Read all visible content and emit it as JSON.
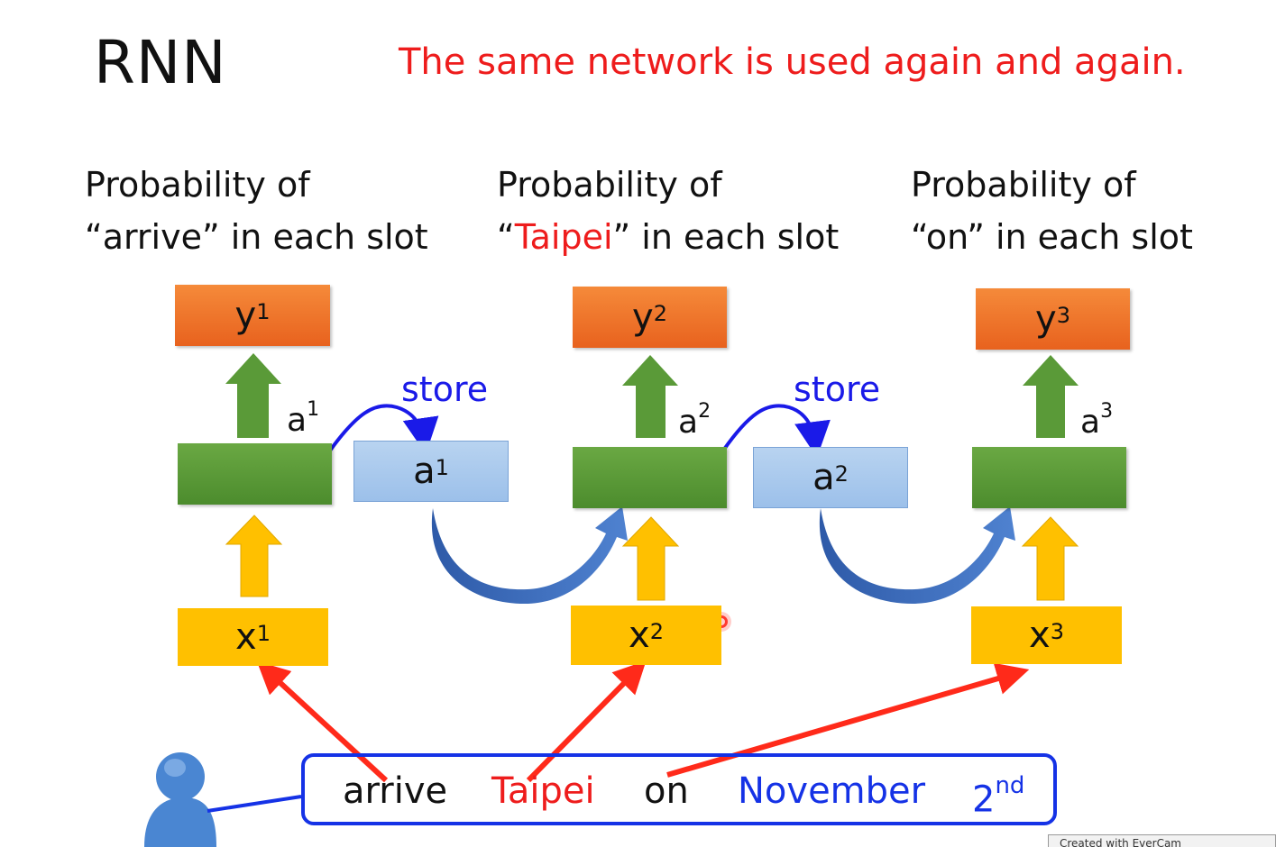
{
  "title": "RNN",
  "subtitle": "The same network is used again and again.",
  "columns": [
    {
      "caption_line1": "Probability of",
      "caption_pre": "“",
      "caption_word": "arrive",
      "caption_post": "” in each slot",
      "y_label": "y",
      "y_sup": "1",
      "a_label": "a",
      "a_sup": "1",
      "x_label": "x",
      "x_sup": "1"
    },
    {
      "caption_line1": "Probability of",
      "caption_pre": "“",
      "caption_word": "Taipei",
      "caption_post": "” in each slot",
      "y_label": "y",
      "y_sup": "2",
      "a_label": "a",
      "a_sup": "2",
      "x_label": "x",
      "x_sup": "2"
    },
    {
      "caption_line1": "Probability of",
      "caption_pre": "“",
      "caption_word": "on",
      "caption_post": "” in each slot",
      "y_label": "y",
      "y_sup": "3",
      "a_label": "a",
      "a_sup": "3",
      "x_label": "x",
      "x_sup": "3"
    }
  ],
  "memory": [
    {
      "store_label": "store",
      "label": "a",
      "sup": "1"
    },
    {
      "store_label": "store",
      "label": "a",
      "sup": "2"
    }
  ],
  "sentence": {
    "w1": "arrive",
    "w2": "Taipei",
    "w3": "on",
    "w4": "November",
    "w5": "2",
    "w5_sup": "nd"
  },
  "watermark": "Created with EverCam",
  "colors": {
    "highlight_red": "#ee1c1c",
    "store_blue": "#1a1ae8",
    "output_orange": "#ed6d24",
    "hidden_green": "#5a9a38",
    "memory_blue": "#a9c8ee",
    "input_yellow": "#ffc000",
    "link_red": "#ff2a1a",
    "sentence_border": "#1532e6"
  }
}
